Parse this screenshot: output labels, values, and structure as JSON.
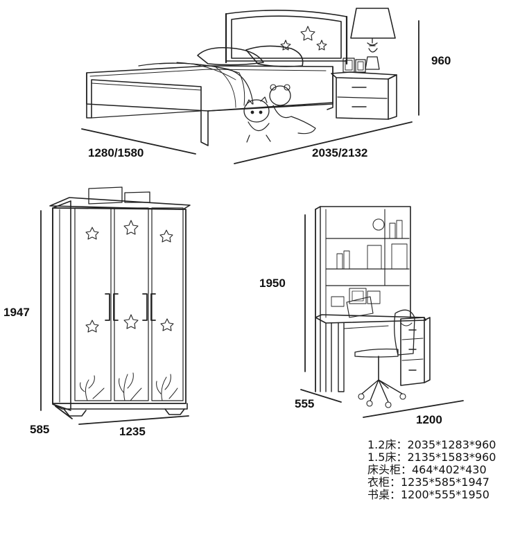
{
  "dimensions": {
    "bed_width": "1280/1580",
    "bed_length": "2035/2132",
    "bed_height": "960",
    "wardrobe_height": "1947",
    "wardrobe_depth": "585",
    "wardrobe_width": "1235",
    "desk_height": "1950",
    "desk_depth": "555",
    "desk_width": "1200"
  },
  "specs": [
    "1.2床：2035*1283*960",
    "1.5床：2135*1583*960",
    "床头柜：464*402*430",
    "衣柜：1235*585*1947",
    "书桌：1200*555*1950"
  ],
  "colors": {
    "line": "#222222",
    "background": "#ffffff"
  }
}
